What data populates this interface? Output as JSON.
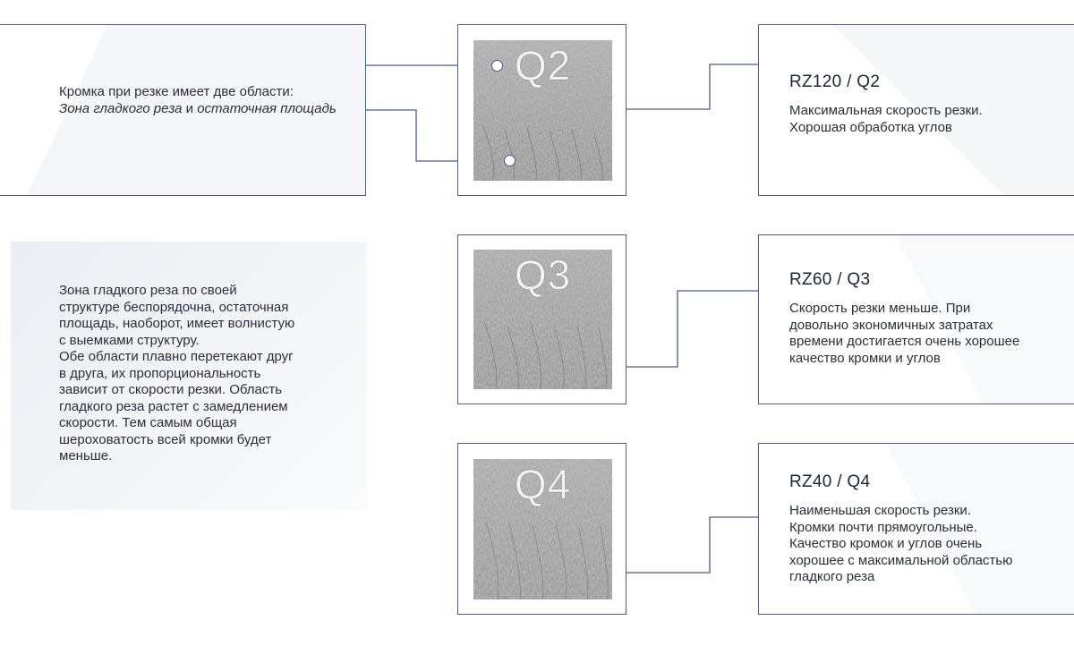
{
  "intro": {
    "line1": "Кромка при резке имеет две области:",
    "line2_italic": "Зона гладкого реза",
    "line2_rest": " и ",
    "line2_italic2": "остаточная площадь"
  },
  "description": {
    "text": "Зона гладкого реза по своей\nструктуре беспорядочна, остаточная\nплощадь, наоборот, имеет волнистую\nс выемками структуру.\nОбе области плавно перетекают друг\nв друга, их пропорциональность\nзависит от скорости резки. Область\nгладкого реза растет с замедлением\nскорости. Тем самым общая\nшероховатость всей кромки будет\nменьше."
  },
  "samples": [
    {
      "label": "Q2"
    },
    {
      "label": "Q3"
    },
    {
      "label": "Q4"
    }
  ],
  "cards": [
    {
      "title": "RZ120 / Q2",
      "desc": "Максимальная скорость резки.\nХорошая обработка углов"
    },
    {
      "title": "RZ60 / Q3",
      "desc": "Скорость резки меньше. При\nдовольно экономичных затратах\nвремени достигается очень хорошее\nкачество кромки и углов"
    },
    {
      "title": "RZ40 / Q4",
      "desc": "Наименьшая скорость резки.\nКромки почти прямоугольные.\nКачество кромок и углов очень\nхорошее с максимальной областью\nгладкого реза"
    }
  ],
  "colors": {
    "line": "#4b5b8c",
    "panel": "#eef0f4"
  }
}
